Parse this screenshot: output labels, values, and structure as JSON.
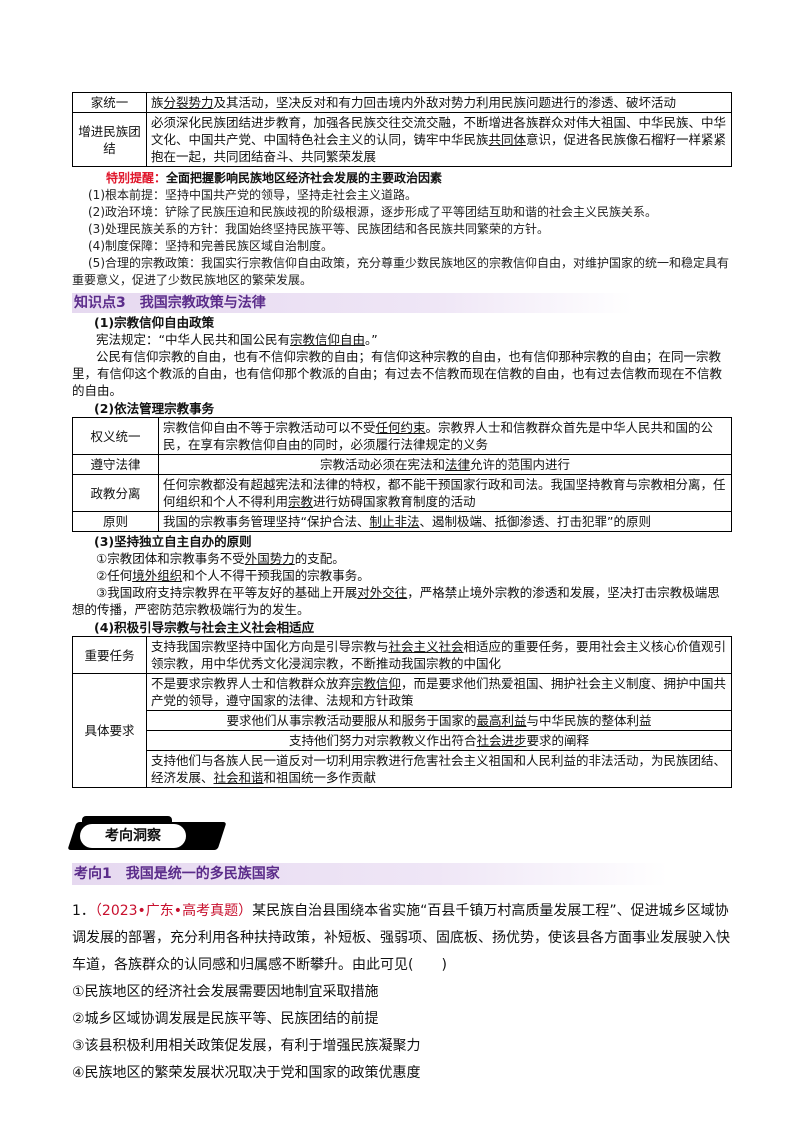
{
  "table1": {
    "rows": [
      {
        "label": "家统一",
        "pre": "族",
        "ul": "分裂势力",
        "post": "及其活动，坚决反对和有力回击境内外敌对势力利用民族问题进行的渗透、破坏活动"
      },
      {
        "label": "增进民族团结",
        "pre": "必须深化民族团结进步教育，加强各民族交往交流交融，不断增进各族群众对伟大祖国、中华民族、中华文化、中国共产党、中国特色社会主义的认同，铸牢中华民族",
        "ul": "共同体",
        "post": "意识，促进各民族像石榴籽一样紧紧抱在一起，共同团结奋斗、共同繁荣发展"
      }
    ]
  },
  "tip": {
    "label": "特别提醒：",
    "title": "全面把握影响民族地区经济社会发展的主要政治因素",
    "items": [
      "(1)根本前提：坚持中国共产党的领导，坚持走社会主义道路。",
      "(2)政治环境：铲除了民族压迫和民族歧视的阶级根源，逐步形成了平等团结互助和谐的社会主义民族关系。",
      "(3)处理民族关系的方针：我国始终坚持民族平等、民族团结和各民族共同繁荣的方针。",
      "(4)制度保障：坚持和完善民族区域自治制度。",
      "(5)合理的宗教政策：我国实行宗教信仰自由政策，充分尊重少数民族地区的宗教信仰自由，对维护国家的统一和稳定具有重要意义，促进了少数民族地区的繁荣发展。"
    ]
  },
  "kp3": {
    "title": "知识点3　我国宗教政策与法律",
    "s1": {
      "title": "(1)宗教信仰自由政策",
      "law_pre": "宪法规定：“中华人民共和国公民有",
      "law_ul": "宗教信仰自由",
      "law_post": "。”",
      "para": "公民有信仰宗教的自由，也有不信仰宗教的自由；有信仰这种宗教的自由，也有信仰那种宗教的自由；在同一宗教里，有信仰这个教派的自由，也有信仰那个教派的自由；有过去不信教而现在信教的自由，也有过去信教而现在不信教的自由。"
    },
    "s2": {
      "title": "(2)依法管理宗教事务",
      "rows": [
        {
          "label": "权义统一",
          "pre": "宗教信仰自由不等于宗教活动可以不受",
          "ul": "任何约束",
          "post": "。宗教界人士和信教群众首先是中华人民共和国的公民，在享有宗教信仰自由的同时，必须履行法律规定的义务"
        },
        {
          "label": "遵守法律",
          "pre": "宗教活动必须在宪法和",
          "ul": "法律",
          "post": "允许的范围内进行"
        },
        {
          "label": "政教分离",
          "pre": "任何宗教都没有超越宪法和法律的特权，都不能干预国家行政和司法。我国坚持教育与宗教相分离，任何组织和个人不得利用",
          "ul": "宗教",
          "post": "进行妨碍国家教育制度的活动"
        },
        {
          "label": "原则",
          "pre": "我国的宗教事务管理坚持“保护合法、",
          "ul": "制止非法",
          "post": "、遏制极端、抵御渗透、打击犯罪”的原则"
        }
      ]
    },
    "s3": {
      "title": "(3)坚持独立自主自办的原则",
      "items": [
        {
          "pre": "①宗教团体和宗教事务不受",
          "ul": "外国势力",
          "post": "的支配。"
        },
        {
          "pre": "②任何",
          "ul": "境外组织",
          "post": "和个人不得干预我国的宗教事务。"
        },
        {
          "pre": "③我国政府支持宗教界在平等友好的基础上开展",
          "ul": "对外交往",
          "post": "，严格禁止境外宗教的渗透和发展，坚决打击宗教极端思想的传播，严密防范宗教极端行为的发生。"
        }
      ]
    },
    "s4": {
      "title": "(4)积极引导宗教与社会主义社会相适应",
      "task_label": "重要任务",
      "task": {
        "pre": "支持我国宗教坚持中国化方向是引导宗教与",
        "ul": "社会主义社会",
        "post": "相适应的重要任务，要用社会主义核心价值观引领宗教，用中华优秀文化浸润宗教，不断推动我国宗教的中国化"
      },
      "req_label": "具体要求",
      "reqs": [
        {
          "pre": "不是要求宗教界人士和信教群众放弃",
          "ul": "宗教信仰",
          "post": "，而是要求他们热爱祖国、拥护社会主义制度、拥护中国共产党的领导，遵守国家的法律、法规和方针政策"
        },
        {
          "pre": "要求他们从事宗教活动要服从和服务于国家的",
          "ul": "最高利益",
          "post": "与中华民族的整体利益"
        },
        {
          "pre": "支持他们努力对宗教教义作出符合",
          "ul": "社会进步",
          "post": "要求的阐释"
        },
        {
          "pre": "支持他们与各族人民一道反对一切利用宗教进行危害社会主义祖国和人民利益的非法活动，为民族团结、经济发展、",
          "ul": "社会和谐",
          "post": "和祖国统一多作贡献"
        }
      ]
    }
  },
  "section": {
    "banner": "考向洞察",
    "kx1": "考向1　我国是统一的多民族国家"
  },
  "question": {
    "num": "1．",
    "source": "（2023•广东•高考真题）",
    "stem": "某民族自治县围绕本省实施“百县千镇万村高质量发展工程”、促进城乡区域协调发展的部署，充分利用各种扶持政策，补短板、强弱项、固底板、扬优势，使该县各方面事业发展驶入快车道，各族群众的认同感和归属感不断攀升。由此可见(　　)",
    "options": [
      "①民族地区的经济社会发展需要因地制宜采取措施",
      "②城乡区域协调发展是民族平等、民族团结的前提",
      "③该县积极利用相关政策促发展，有利于增强民族凝聚力",
      "④民族地区的繁荣发展状况取决于党和国家的政策优惠度"
    ]
  }
}
